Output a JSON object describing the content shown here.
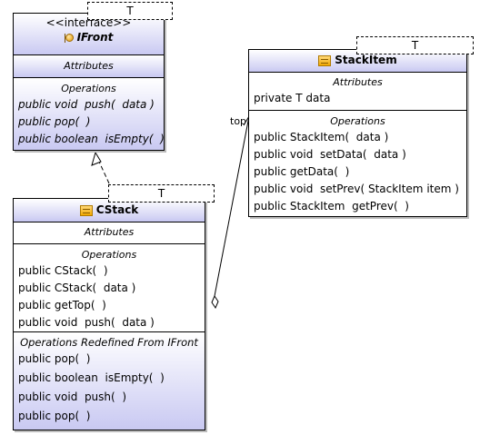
{
  "ifront": {
    "stereotype": "<<interface>>",
    "name": "IFront",
    "type_param": "T",
    "attributes_label": "Attributes",
    "operations_label": "Operations",
    "operations": [
      "public void  push(  data )",
      "public pop(  )",
      "public boolean  isEmpty(  )"
    ]
  },
  "stackitem": {
    "name": "StackItem",
    "type_param": "T",
    "attributes_label": "Attributes",
    "attributes": [
      "private T data"
    ],
    "operations_label": "Operations",
    "operations": [
      "public StackItem(  data )",
      "public void  setData(  data )",
      "public getData(  )",
      "public void  setPrev( StackItem item )",
      "public StackItem  getPrev(  )"
    ]
  },
  "cstack": {
    "name": "CStack",
    "type_param": "T",
    "attributes_label": "Attributes",
    "operations_label": "Operations",
    "operations": [
      "public CStack(  )",
      "public CStack(  data )",
      "public getTop(  )",
      "public void  push(  data )"
    ],
    "redefined_label": "Operations Redefined From IFront",
    "redefined": [
      "public pop(  )",
      "public boolean  isEmpty(  )",
      "public void  push(  )",
      "public pop(  )"
    ]
  },
  "association": {
    "role": "top"
  }
}
